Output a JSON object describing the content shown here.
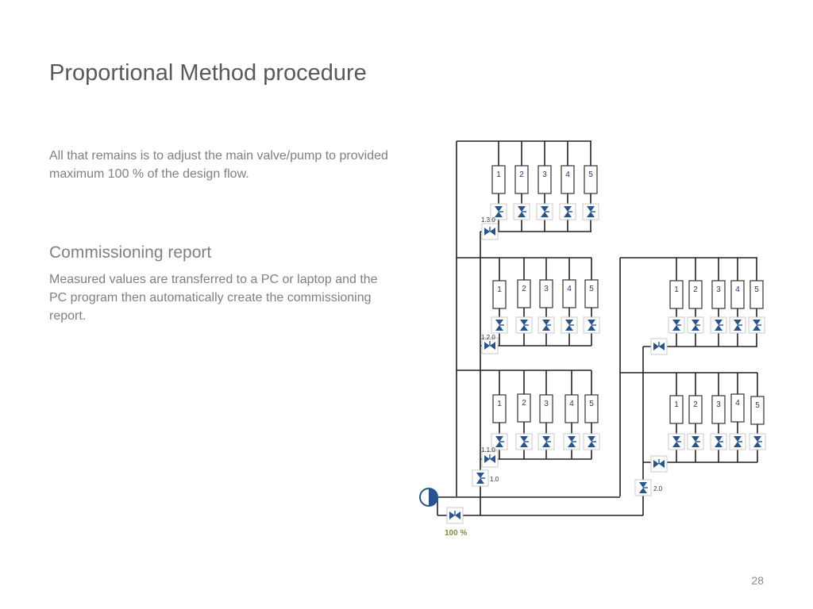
{
  "slide": {
    "title": "Proportional Method procedure",
    "paragraph_1": "All that remains is to adjust the main valve/pump to provided maximum 100 % of the design flow.",
    "heading_2": "Commissioning report",
    "paragraph_2": "Measured values  are transferred to a PC or laptop and the PC program then automatically create the commissioning report.",
    "page_number": "28"
  },
  "diagram": {
    "terminal_labels": [
      "1",
      "2",
      "3",
      "4",
      "5"
    ],
    "valve_labels": {
      "branch_1_3": "1.3.0",
      "branch_1_2": "1.2.0",
      "branch_1_1": "1.1.0",
      "riser_1": "1.0",
      "riser_2": "2.0"
    },
    "main_valve_label": "100 %",
    "colors": {
      "valve": "#27548f",
      "pipe": "#222222",
      "main_label": "#76923c",
      "pump": "#27548f"
    },
    "icons": [
      "pump-icon",
      "balancing-valve-icon"
    ]
  }
}
